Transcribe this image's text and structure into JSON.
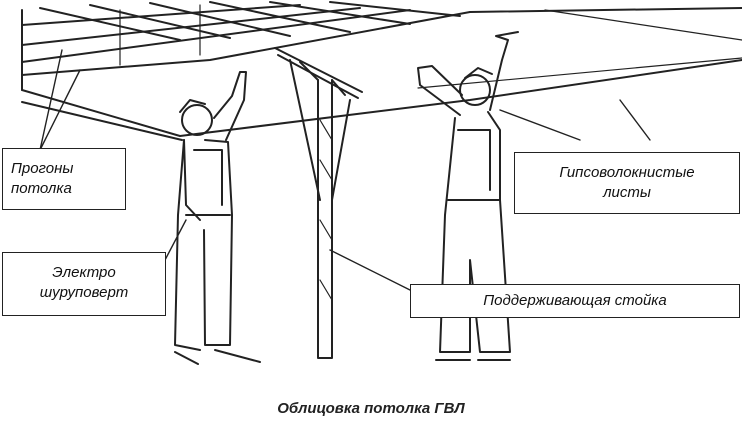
{
  "labels": {
    "purlins": {
      "line1": "Прогоны",
      "line2": "потолка"
    },
    "sheets": {
      "line1": "Гипсоволокнистые",
      "line2": "листы"
    },
    "screwdriver": {
      "line1": "Электро",
      "line2": "шуруповерт"
    },
    "support": {
      "line1": "Поддерживающая стойка"
    }
  },
  "caption": "Облицовка потолка ГВЛ"
}
